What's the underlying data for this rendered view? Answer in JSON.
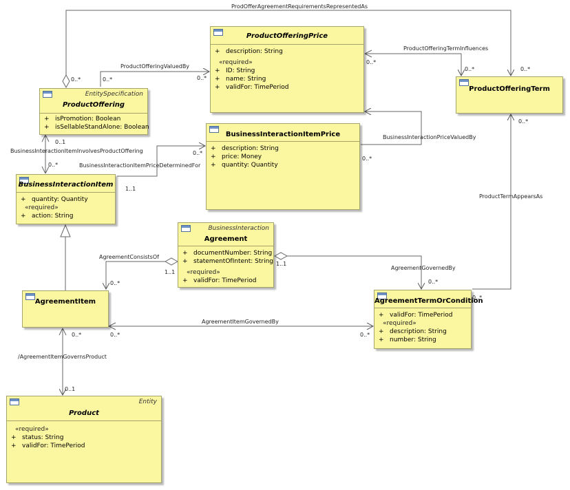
{
  "classes": {
    "product_offering": {
      "stereotype": "EntitySpecification",
      "name": "ProductOffering",
      "attrs": [
        {
          "vis": "+",
          "text": "isPromotion: Boolean"
        },
        {
          "vis": "+",
          "text": "isSellableStandAlone: Boolean"
        }
      ]
    },
    "product_offering_price": {
      "name": "ProductOfferingPrice",
      "attrs": [
        {
          "vis": "+",
          "text": "description: String"
        },
        {
          "req": "«required»"
        },
        {
          "vis": "+",
          "text": "ID: String"
        },
        {
          "vis": "+",
          "text": "name: String"
        },
        {
          "vis": "+",
          "text": "validFor: TimePeriod"
        }
      ]
    },
    "product_offering_term": {
      "name": "ProductOfferingTerm",
      "attrs": []
    },
    "business_interaction_item_price": {
      "name": "BusinessInteractionItemPrice",
      "attrs": [
        {
          "vis": "+",
          "text": "description: String"
        },
        {
          "vis": "+",
          "text": "price: Money"
        },
        {
          "vis": "+",
          "text": "quantity: Quantity"
        }
      ]
    },
    "business_interaction_item": {
      "name": "BusinessInteractionItem",
      "attrs": [
        {
          "vis": "+",
          "text": "quantity: Quantity"
        },
        {
          "req": "«required»"
        },
        {
          "vis": "+",
          "text": "action: String"
        }
      ]
    },
    "agreement": {
      "stereotype": "BusinessInteraction",
      "name": "Agreement",
      "attrs": [
        {
          "vis": "+",
          "text": "documentNumber: String"
        },
        {
          "vis": "+",
          "text": "statementOfIntent: String"
        },
        {
          "req": "«required»"
        },
        {
          "vis": "+",
          "text": "validFor: TimePeriod"
        }
      ]
    },
    "agreement_item": {
      "name": "AgreementItem",
      "attrs": []
    },
    "agreement_term_or_condition": {
      "name": "AgreementTermOrCondition",
      "attrs": [
        {
          "vis": "+",
          "text": "validFor: TimePeriod"
        },
        {
          "req": "«required»"
        },
        {
          "vis": "+",
          "text": "description: String"
        },
        {
          "vis": "+",
          "text": "number: String"
        }
      ]
    },
    "product": {
      "stereotype": "Entity",
      "name": "Product",
      "attrs": [
        {
          "req": "«required»"
        },
        {
          "vis": "+",
          "text": "status: String"
        },
        {
          "vis": "+",
          "text": "validFor: TimePeriod"
        }
      ]
    }
  },
  "associations": {
    "prod_offer_agreement_requirements": "ProdOfferAgreementRequirementsRepresentedAs",
    "product_offering_valued_by": "ProductOfferingValuedBy",
    "product_offering_term_influences": "ProductOfferingTermInfluences",
    "bi_item_involves_product_offering": "BusinessInteractionItemInvolvesProductOffering",
    "bi_item_price_determined_for": "BusinessInteractionItemPriceDeterminedFor",
    "bi_price_valued_by": "BusinessInteractionPriceValuedBy",
    "product_term_appears_as": "ProductTermAppearsAs",
    "agreement_consists_of": "AgreementConsistsOf",
    "agreement_governed_by": "AgreementGovernedBy",
    "agreement_item_governed_by": "AgreementItemGovernedBy",
    "agreement_item_governs_product": "/AgreementItemGovernsProduct"
  },
  "multiplicities": {
    "po_top": "0..*",
    "po_valued_src": "0..*",
    "pop_valued_dst": "0..*",
    "pop_influences": "0..*",
    "pot_influences": "0..*",
    "pot_top": "0..*",
    "pot_bottom": "0..*",
    "po_bottom": "0..1",
    "bii_top": "0..*",
    "biip_left": "0..*",
    "bii_right": "1..1",
    "biip_bottom": "0..*",
    "agr_left": "1..1",
    "agr_right": "1..1",
    "ai_top": "0..*",
    "atc_top": "0..*",
    "atc_right": "0..*",
    "ai_right": "0..*",
    "atc_left": "0..*",
    "ai_bottom": "0..*",
    "prod_top": "0..1"
  }
}
